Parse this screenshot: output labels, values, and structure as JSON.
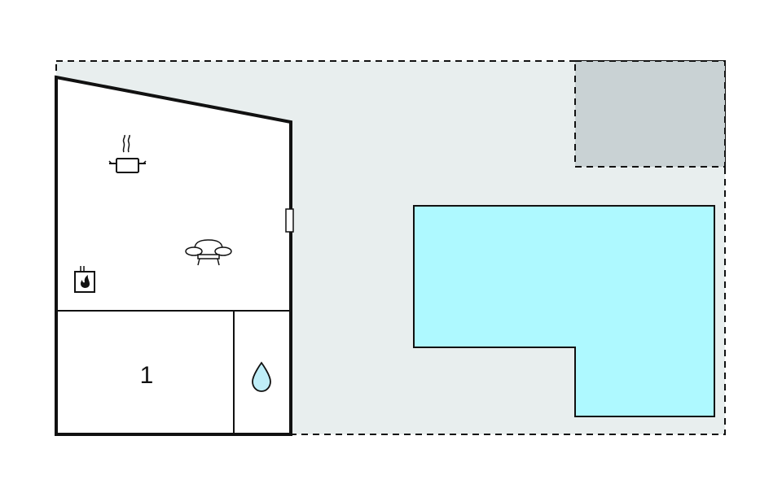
{
  "floorplan": {
    "colors": {
      "background": "#ffffff",
      "terrace": "#e8eeee",
      "covered_area": "#c9d2d4",
      "pool": "#aef9ff",
      "wall": "#111111",
      "water_drop": "#bfeef8"
    },
    "rooms": [
      {
        "id": "bedroom",
        "label": "1"
      },
      {
        "id": "bathroom",
        "icon": "water-drop-icon"
      },
      {
        "id": "living-kitchen",
        "icons": [
          "cooking-pot-icon",
          "sofa-icon",
          "fireplace-icon"
        ]
      }
    ],
    "outdoor": [
      {
        "id": "terrace",
        "border": "dashed"
      },
      {
        "id": "covered-area",
        "border": "dashed"
      },
      {
        "id": "swimming-pool",
        "border": "solid"
      }
    ]
  }
}
